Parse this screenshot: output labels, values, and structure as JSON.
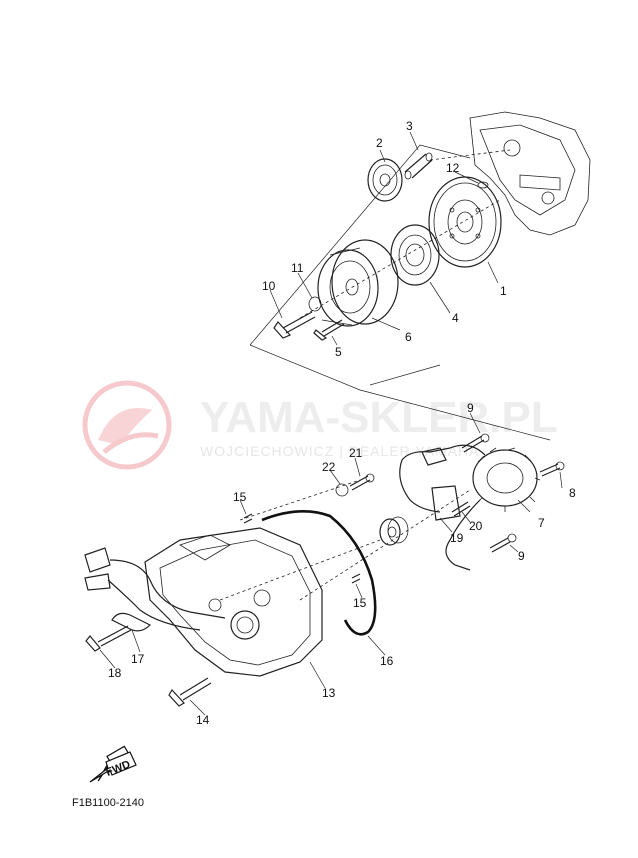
{
  "diagram": {
    "code": "F1B1100-2140",
    "fwd_label": "FWD",
    "watermark": {
      "brand": "YAMA-SKLER.PL",
      "subline": "WOJCIECHOWICZ | DEALER YAMAHA"
    },
    "callouts": [
      "1",
      "2",
      "3",
      "4",
      "5",
      "6",
      "7",
      "8",
      "9",
      "9",
      "10",
      "11",
      "12",
      "13",
      "14",
      "15",
      "15",
      "16",
      "17",
      "18",
      "19",
      "20",
      "21",
      "22"
    ]
  }
}
